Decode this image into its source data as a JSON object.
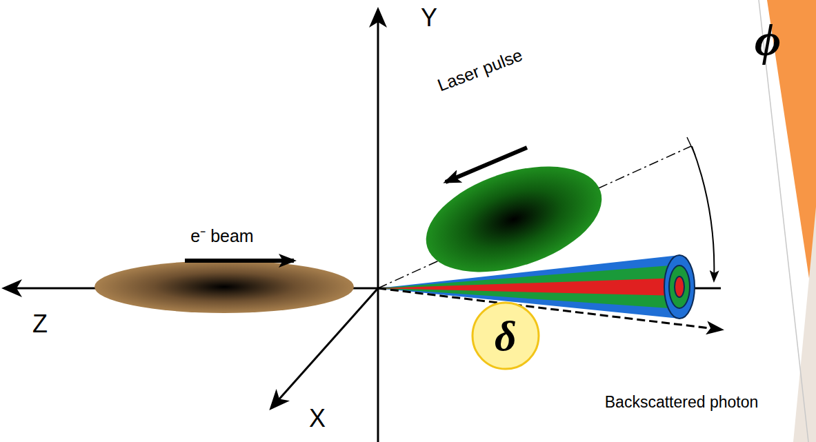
{
  "diagram": {
    "nodes": [
      {
        "text": [
          "δ"
        ]
      }
    ],
    "edges": [],
    "labels": [
      "Y",
      "Z",
      "X",
      "e⁻ beam",
      "Laser pulse",
      "ϕ",
      "Backscattered photon"
    ]
  }
}
